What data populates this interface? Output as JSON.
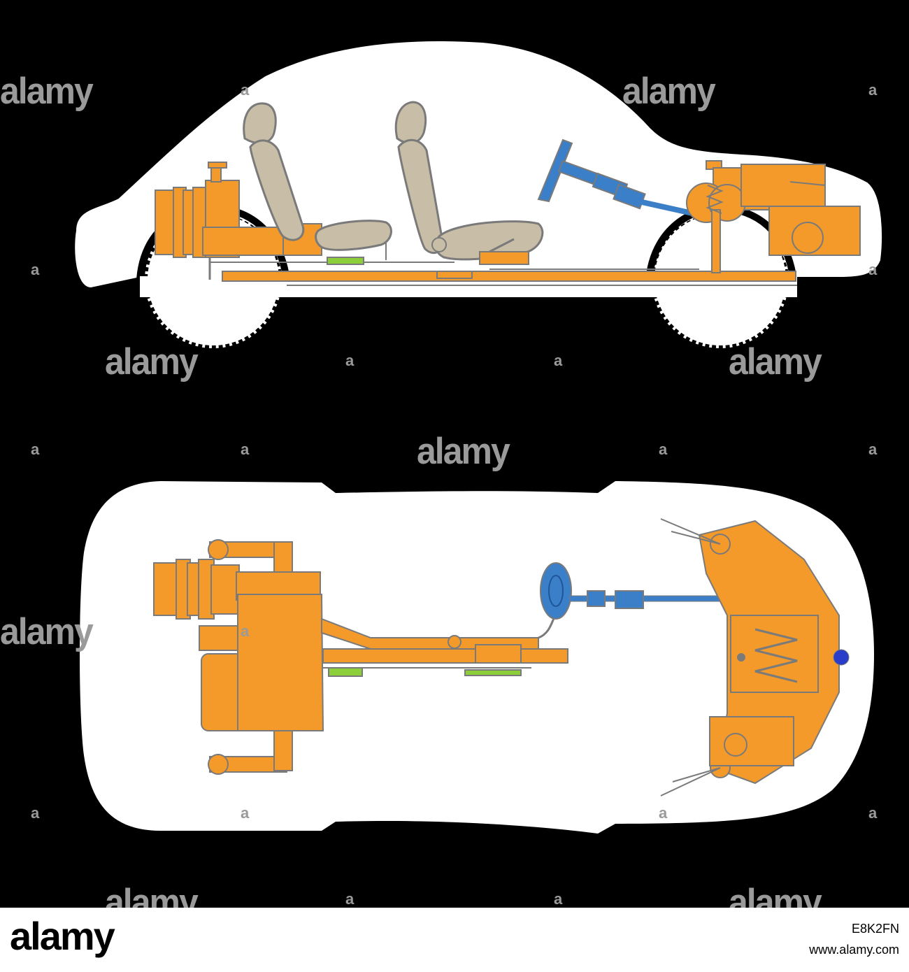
{
  "watermark": {
    "brand": "alamy",
    "mark": "a"
  },
  "footer": {
    "logo": "alamy",
    "image_id": "E8K2FN",
    "url": "www.alamy.com"
  },
  "colors": {
    "background": "#000000",
    "body": "#ffffff",
    "component": "#f39a2b",
    "outline": "#7a7a7a",
    "seat": "#c8bda6",
    "steering": "#3a7fc8",
    "accent_green": "#8ccf3a",
    "watermark": "#9a9a9a"
  },
  "icons": {
    "side_view": "car-side-view-diagram",
    "top_view": "car-top-view-diagram"
  }
}
